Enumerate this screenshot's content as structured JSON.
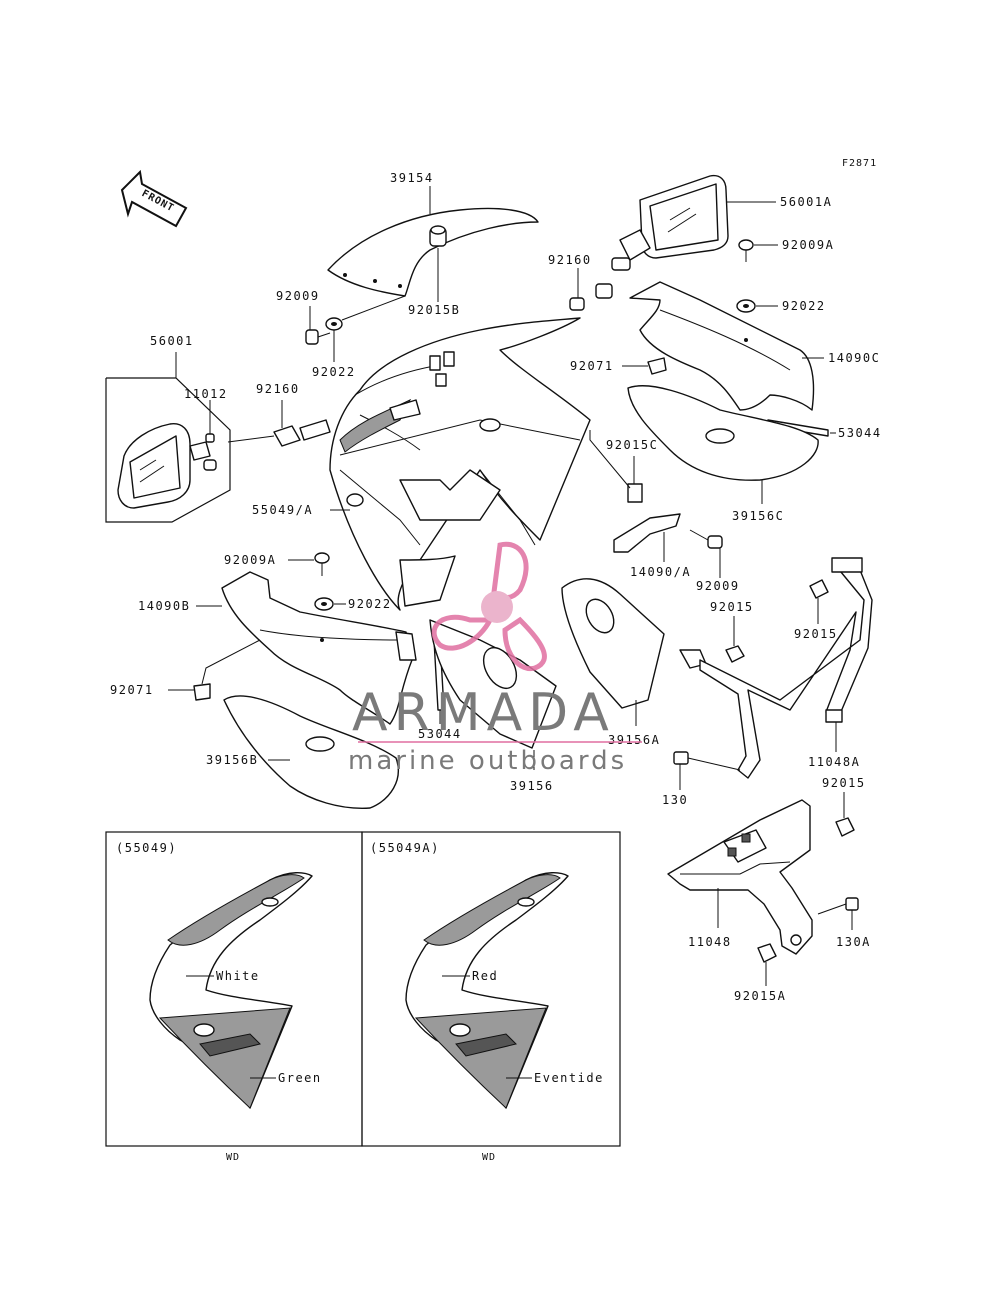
{
  "figure_code": "F2871",
  "front_label": "FRONT",
  "parts": {
    "p39154": "39154",
    "p56001A": "56001A",
    "p92009A_top": "92009A",
    "p92022_top": "92022",
    "p14090C": "14090C",
    "p53044_top": "53044",
    "p39156C": "39156C",
    "p92071_top": "92071",
    "p92160_top": "92160",
    "p92009_left": "92009",
    "p92015B": "92015B",
    "p92022_left": "92022",
    "p56001": "56001",
    "p11012": "11012",
    "p92160_left": "92160",
    "p55049A": "55049/A",
    "p92015C": "92015C",
    "p14090A": "14090/A",
    "p92009_mid": "92009",
    "p92015_mid": "92015",
    "p92015_right": "92015",
    "p92009A_left": "92009A",
    "p14090B": "14090B",
    "p92022_mid": "92022",
    "p92071_left": "92071",
    "p53044_mid": "53044",
    "p39156B": "39156B",
    "p39156": "39156",
    "p39156A": "39156A",
    "p11048A": "11048A",
    "p130": "130",
    "p92015_low": "92015",
    "p11048": "11048",
    "p130A": "130A",
    "p92015A": "92015A"
  },
  "variants": [
    {
      "code": "(55049)",
      "color_top": "White",
      "color_bottom": "Green",
      "region": "WD"
    },
    {
      "code": "(55049A)",
      "color_top": "Red",
      "color_bottom": "Eventide",
      "region": "WD"
    }
  ],
  "watermark": {
    "brand": "ARMADA",
    "tagline": "marine outboards"
  }
}
